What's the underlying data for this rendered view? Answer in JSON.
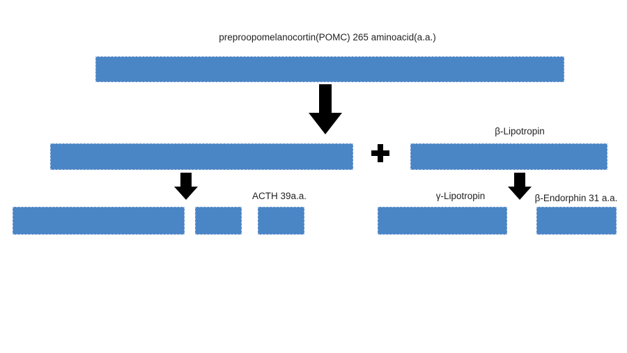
{
  "diagram": {
    "title": "preproopomelanocortin(POMC) 265 aminoacid(a.a.)",
    "labels": {
      "beta_lipotropin": "β-Lipotropin",
      "acth": "ACTH 39a.a.",
      "gamma_lipotropin": "γ-Lipotropin",
      "beta_endorphin": "β-Endorphin 31 a.a."
    },
    "icons": {
      "plus": "+",
      "down_arrow": "↓"
    },
    "colors": {
      "bar_fill": "#4a85c6",
      "bar_edge": "#a9c1e0",
      "arrow": "#000000",
      "text": "#1f1f1f",
      "background": "#ffffff"
    }
  }
}
